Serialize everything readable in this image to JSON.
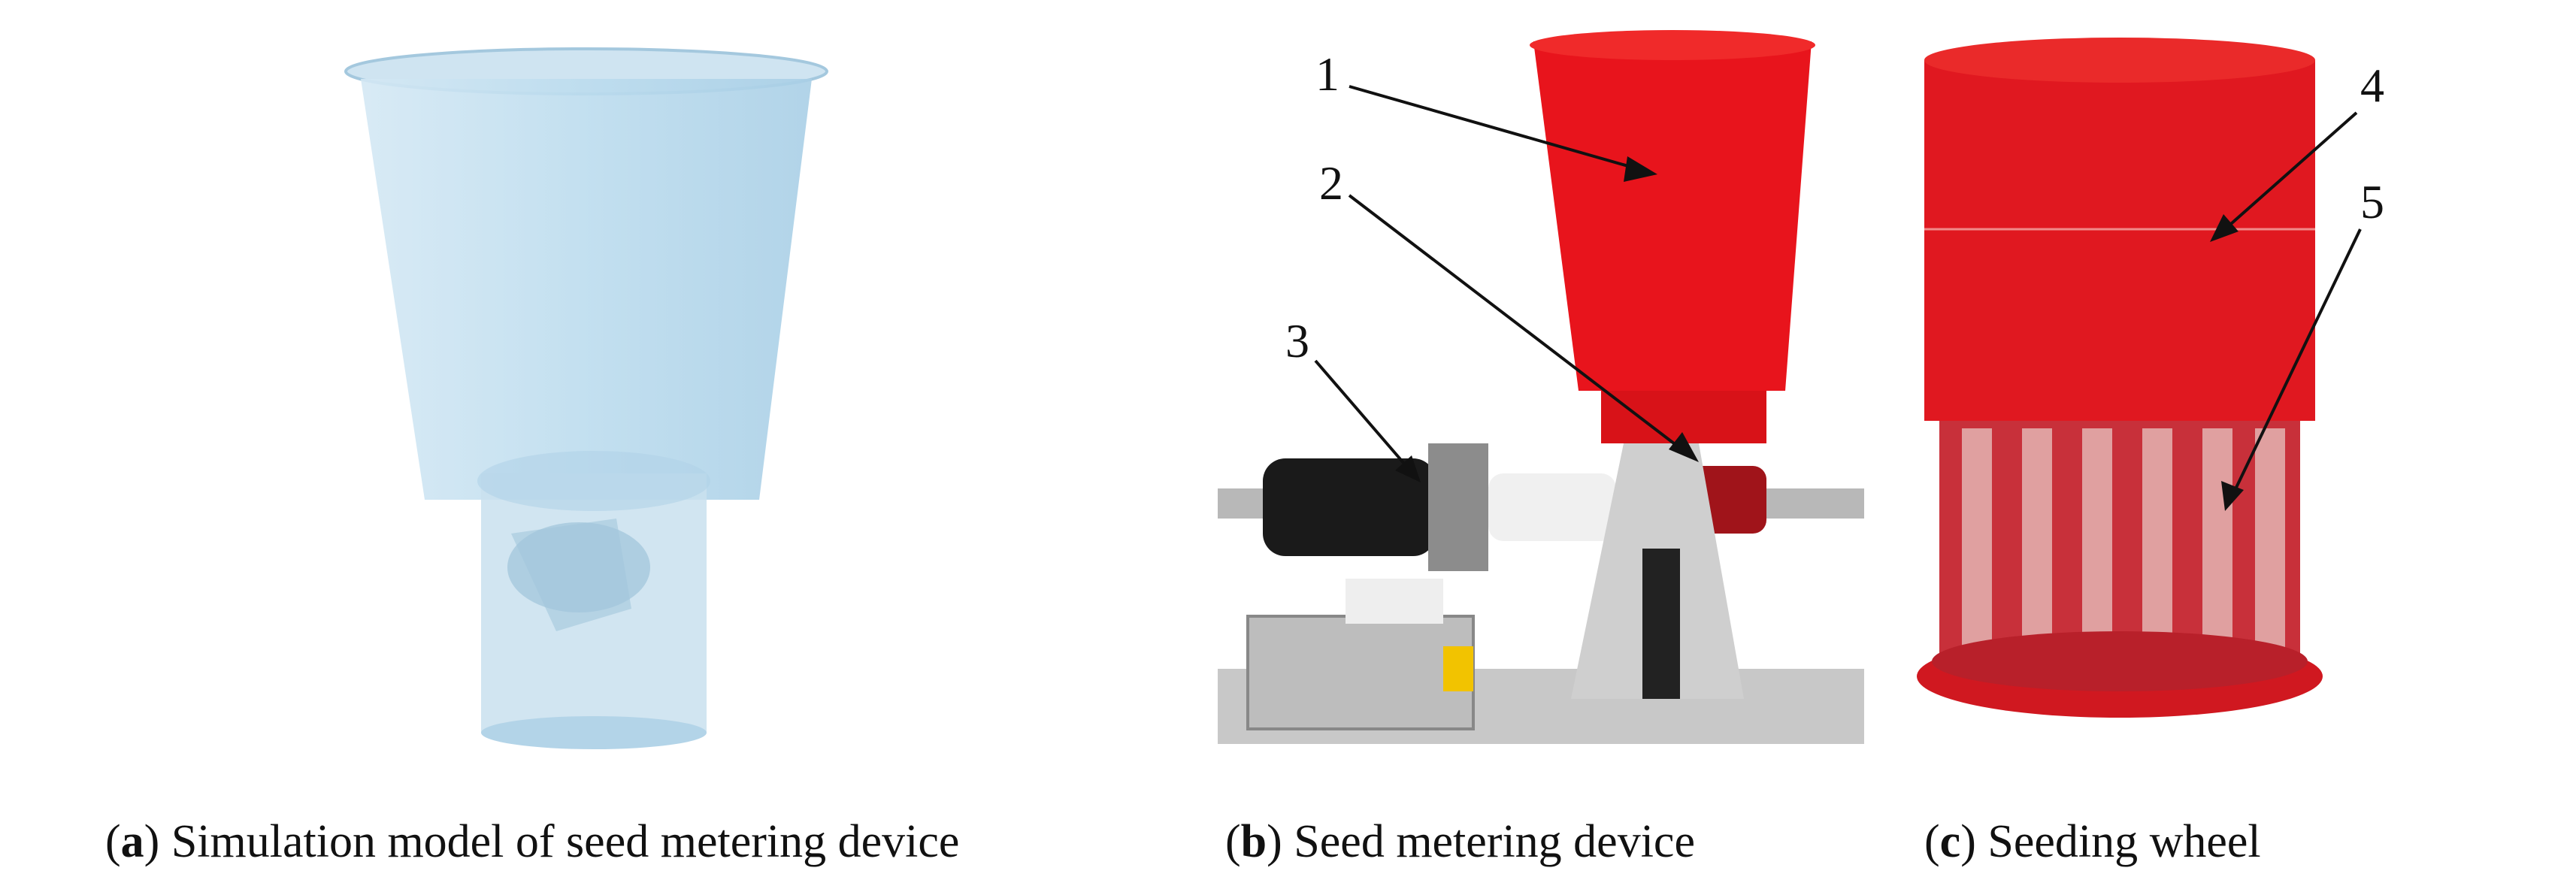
{
  "figure": {
    "panels": [
      {
        "id": "a",
        "letter": "a",
        "caption": "Simulation model of seed metering device"
      },
      {
        "id": "b",
        "letter": "b",
        "caption": "Seed metering device",
        "callouts": [
          "1",
          "2",
          "3"
        ]
      },
      {
        "id": "c",
        "letter": "c",
        "caption": "Seeding wheel",
        "callouts": [
          "4",
          "5"
        ]
      }
    ]
  },
  "colors": {
    "hopper_red": "#e8141c",
    "model_blue": "#bcdcee",
    "metal_gray": "#b8b8b8"
  }
}
